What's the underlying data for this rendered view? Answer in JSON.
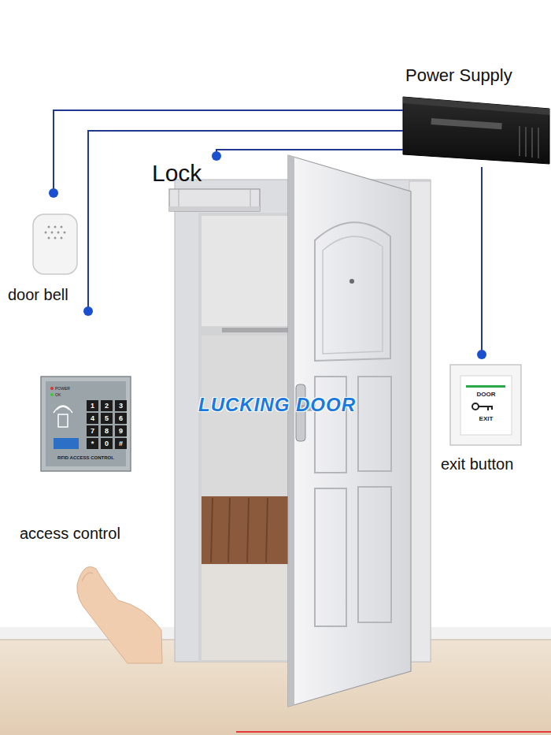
{
  "diagram": {
    "nodes": [
      {
        "text": [
          "Power Supply"
        ]
      },
      {
        "text": [
          "Lock"
        ]
      },
      {
        "text": [
          "door bell"
        ]
      },
      {
        "text": [
          "exit button"
        ]
      },
      {
        "text": [
          "access control"
        ]
      }
    ],
    "edges": [
      {
        "from": 0,
        "to": 1,
        "arrow": "none"
      },
      {
        "from": 0,
        "to": 2,
        "arrow": "none"
      },
      {
        "from": 0,
        "to": 3,
        "arrow": "none"
      },
      {
        "from": 0,
        "to": 4,
        "arrow": "none"
      }
    ],
    "labels": [
      "LUCKING DOOR",
      "POWER",
      "OK",
      "1",
      "2",
      "3",
      "4",
      "5",
      "6",
      "7",
      "8",
      "9",
      "*",
      "0",
      "#",
      "RFID ACCESS CONTROL",
      "DOOR",
      "EXIT"
    ]
  }
}
